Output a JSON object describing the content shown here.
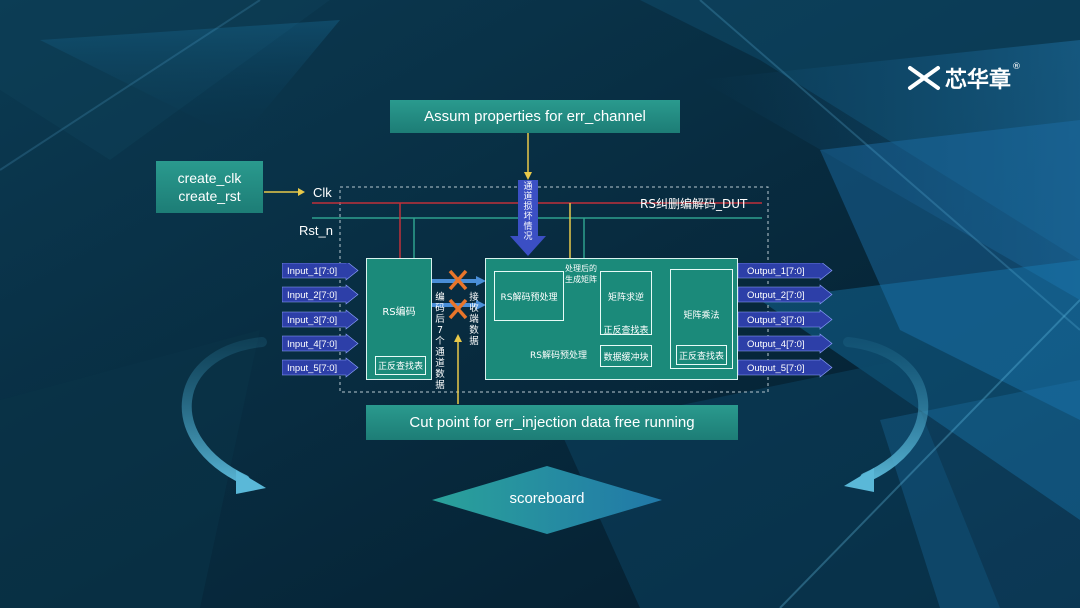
{
  "brand": {
    "name": "芯华章",
    "mark": "®"
  },
  "top_box": "Assum properties for err_channel",
  "clock_box": {
    "line1": "create_clk",
    "line2": "create_rst"
  },
  "signals": {
    "clk": "Clk",
    "rst": "Rst_n"
  },
  "dut_label": "RS纠删编解码_DUT",
  "err_arrow_text": "通道损坏情况",
  "inputs": [
    "Input_1[7:0]",
    "Input_2[7:0]",
    "Input_3[7:0]",
    "Input_4[7:0]",
    "Input_5[7:0]"
  ],
  "outputs": [
    "Output_1[7:0]",
    "Output_2[7:0]",
    "Output_3[7:0]",
    "Output_4[7:0]",
    "Output_5[7:0]"
  ],
  "encoder": {
    "title": "RS编码",
    "sub": "正反查找表"
  },
  "channel_text_1": "编码后7个通道数据",
  "channel_text_2": "接收端数据",
  "decoder": {
    "pre1": "RS解码预处理",
    "arrow1_l1": "处理后的",
    "arrow1_l2": "生成矩阵",
    "matrix_inv": "矩阵求逆",
    "lookup1": "正反查找表",
    "pre2": "RS解码预处理",
    "buffer": "数据缓冲块",
    "matrix_mul": "矩阵乘法",
    "lookup2": "正反查找表"
  },
  "cut_box": "Cut point for err_injection data free running",
  "scoreboard": "scoreboard",
  "colors": {
    "teal": "#1b8a7a",
    "port": "#2d3fa8",
    "arrow": "#3b4fc4",
    "cross": "#e8752a",
    "yellow": "#e8c94a",
    "red": "#c0303a"
  }
}
